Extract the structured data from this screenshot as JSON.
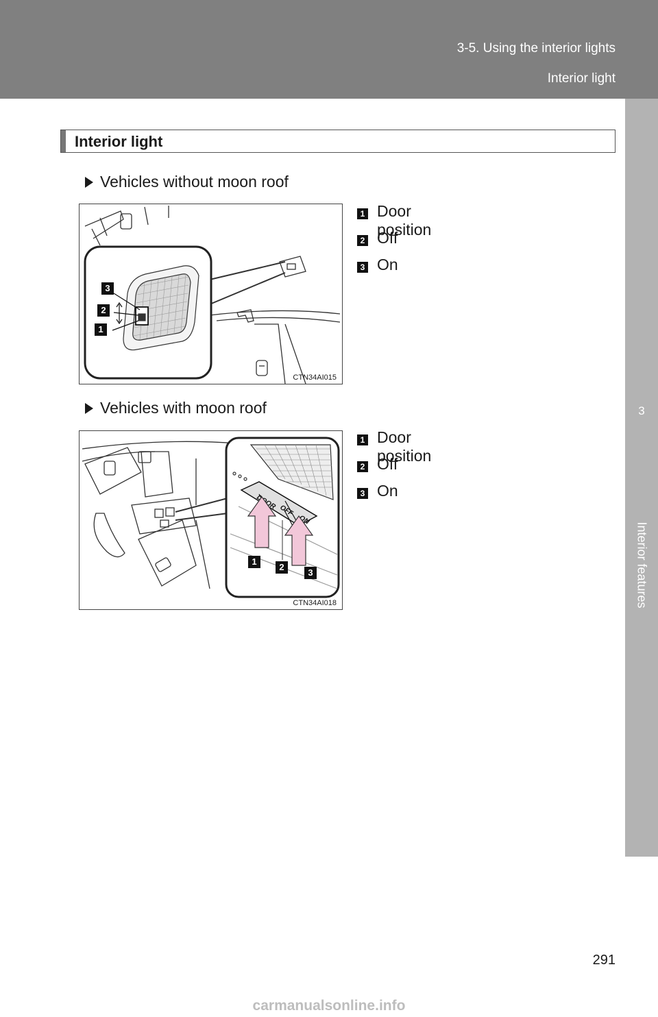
{
  "header": {
    "section": "3-5. Using the interior lights",
    "subsection": "Interior light"
  },
  "sidetab": {
    "number": "3",
    "label": "Interior features"
  },
  "title": "Interior light",
  "blocks": [
    {
      "heading": "Vehicles without moon roof",
      "figure_code": "CTN34AI015",
      "legend": [
        {
          "num": "1",
          "label": "Door position"
        },
        {
          "num": "2",
          "label": "Off"
        },
        {
          "num": "3",
          "label": "On"
        }
      ]
    },
    {
      "heading": "Vehicles with moon roof",
      "figure_code": "CTN34AI018",
      "switch_labels": [
        "DOOR",
        "OFF",
        "ON"
      ],
      "legend": [
        {
          "num": "1",
          "label": "Door position"
        },
        {
          "num": "2",
          "label": "Off"
        },
        {
          "num": "3",
          "label": "On"
        }
      ]
    }
  ],
  "page_number": "291",
  "watermark": "carmanualsonline.info",
  "colors": {
    "header": "#808080",
    "sidetab": "#b3b3b3",
    "arrow": "#f2c7d9"
  }
}
